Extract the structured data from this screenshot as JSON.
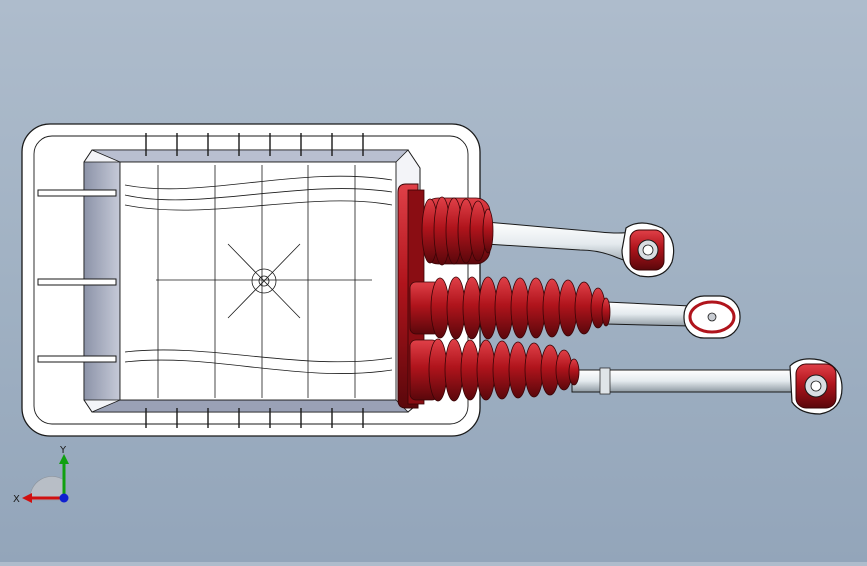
{
  "viewport": {
    "model": "shifter-assembly",
    "colors": {
      "background_top": "#aebccc",
      "background_bottom": "#93a5ba",
      "housing_fill": "#ffffff",
      "housing_edge": "#1a1a1a",
      "boot_red": "#b0141c",
      "boot_dark": "#6e0a0f",
      "rod": "#e8eef2"
    }
  },
  "triad": {
    "x_label": "X",
    "y_label": "Y",
    "x_color": "#d01010",
    "y_color": "#10a010",
    "z_color": "#1020d0"
  }
}
